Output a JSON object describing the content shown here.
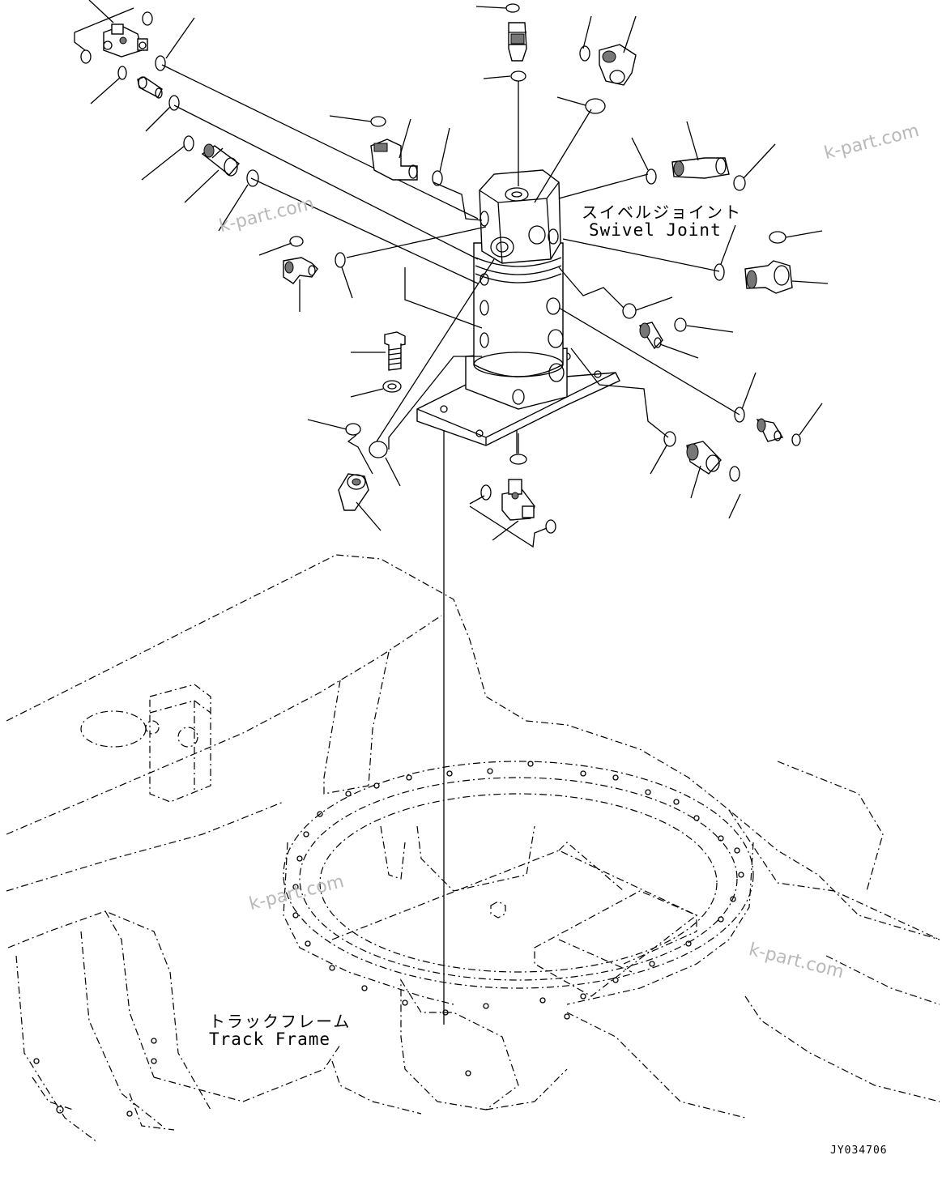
{
  "labels": {
    "swivel_joint_jp": "スイベルジョイント",
    "swivel_joint_en": "Swivel Joint",
    "track_frame_jp": "トラックフレーム",
    "track_frame_en": "Track Frame"
  },
  "watermark": "k-part.com",
  "drawing_code": "JY034706",
  "icons": [
    "o-ring-icon",
    "elbow-fitting-icon",
    "tee-fitting-icon",
    "straight-fitting-icon",
    "bolt-icon",
    "washer-icon",
    "swivel-joint-icon",
    "track-frame-icon"
  ],
  "colors": {
    "line": "#000000",
    "background": "#ffffff",
    "watermark": "#b8b8b8"
  }
}
